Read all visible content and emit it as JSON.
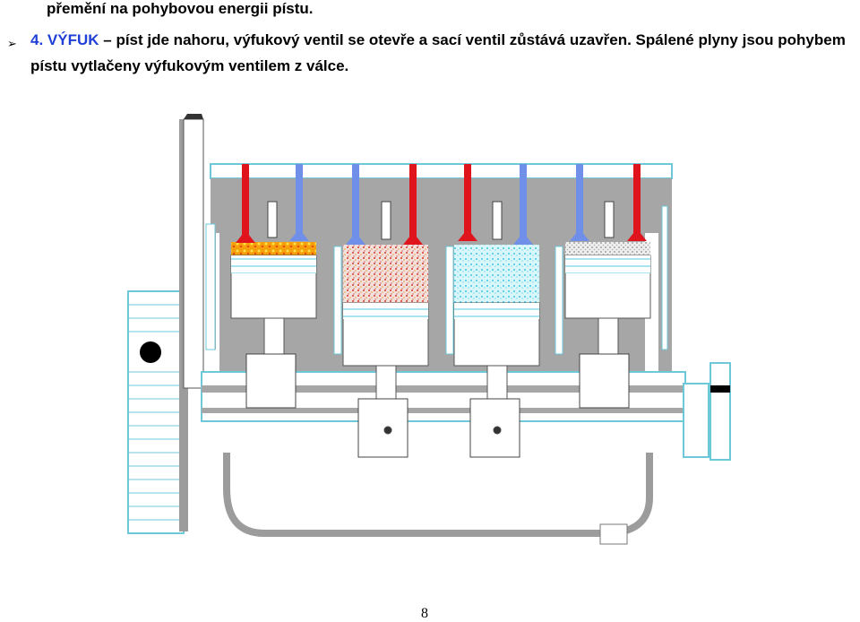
{
  "text": {
    "line0": "přemění na pohybovou energii pístu.",
    "bullet_symbol": "➢",
    "stroke_number": "4.",
    "stroke_name": "VÝFUK",
    "line1_rest": " – píst jde nahoru, výfukový ventil se otevře a sací ventil zůstává uzavřen. Spálené plyny jsou pohybem",
    "line2": "pístu vytlačeny výfukovým ventilem z válce."
  },
  "colors": {
    "accent": "#1f3fd6",
    "engine_block": "#a6a6a6",
    "coolant": "#9fe6f2",
    "exhaust_valve": "#e0141c",
    "intake_valve": "#6f8fe8",
    "combustion": "#f5a00a",
    "exhaust_gas": "#d97a6a",
    "fresh_mixture": "#4fd0ea",
    "compressed_mixture": "#b8b8b8"
  },
  "figure": {
    "description_icon": "engine-cutaway-icon",
    "cylinders": [
      {
        "stroke": "combustion"
      },
      {
        "stroke": "exhaust"
      },
      {
        "stroke": "intake"
      },
      {
        "stroke": "compression"
      }
    ]
  },
  "page_number": "8"
}
